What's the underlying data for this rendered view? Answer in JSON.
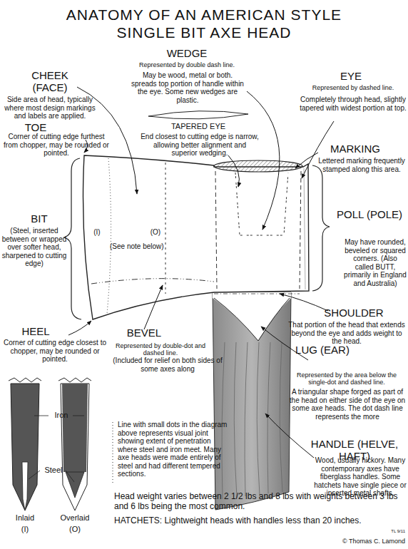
{
  "diagram": {
    "title": "ANATOMY OF AN AMERICAN STYLE SINGLE BIT AXE HEAD",
    "labels": [
      "CHEEK (FACE)",
      "Side area of head, typically where most design markings and labels are applied.",
      "TOE",
      "Corner of cutting edge furthest from chopper, may be rounded or pointed.",
      "WEDGE",
      "Represented by double dash line.",
      "May be wood, metal or both. spreads top portion of handle within the eye. Some new wedges are plastic.",
      "EYE",
      "Represented by dashed line.",
      "Completely through head, slightly tapered with widest portion at top.",
      "TAPERED EYE",
      "End closest to cutting edge is narrow, allowing better alignment and superior wedging.",
      "MARKING",
      "Lettered marking frequently stamped along this area.",
      "BIT",
      "(Steel, inserted between or wrapped over softer head, sharpened to cutting edge)",
      "(I)",
      "(O)",
      "(See note below)",
      "POLL (POLE)",
      "May have rounded, beveled or squared corners. (Also called BUTT, primarily in England and Australia)",
      "SHOULDER",
      "That portion of the head that extends beyond the eye and adds weight to the head.",
      "HEEL",
      "Corner of cutting edge closest to chopper, may be rounded or pointed.",
      "BEVEL",
      "Represented by double-dot and dashed line.",
      "(Included for relief on both sides of some axes along",
      "LUG (EAR)",
      "Represented by the area below the single-dot and dashed line.",
      "A triangular shape forged as part of the head on either side of the eye on some axe heads. The dot dash line represents the more",
      "Iron",
      "Line with small dots in the diagram above represents visual joint showing extent of penetration where steel and iron meet. Many axe heads were made entirely of steel and had different tempered sections.",
      "Steel",
      "HANDLE (HELVE, HAFT)",
      "Wood, usually hickory. Many contemporary axes have fiberglass handles. Some hatchets have single piece or inserted metal shafts.",
      "Inlaid",
      "Overlaid",
      "(I)",
      "(O)",
      "Head weight varies between 2 1/2 lbs and 8 lbs with weights between 3 lbs and 6 lbs being the most common.",
      "HATCHETS: Lightweight heads with handles less than 20 inches.",
      "TL 9/11",
      "© Thomas C. Lamond"
    ]
  }
}
